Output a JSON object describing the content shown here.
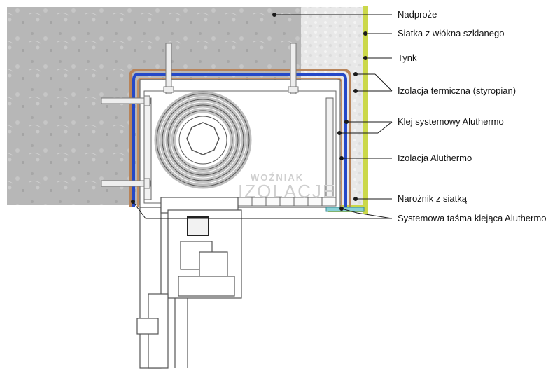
{
  "labels": [
    {
      "id": "nadproze",
      "text": "Nadproże"
    },
    {
      "id": "siatka",
      "text": "Siatka z włókna szklanego"
    },
    {
      "id": "tynk",
      "text": "Tynk"
    },
    {
      "id": "izolacja-termiczna",
      "text": "Izolacja termiczna (styropian)"
    },
    {
      "id": "klej",
      "text": "Klej systemowy Aluthermo"
    },
    {
      "id": "izolacja-aluthermo",
      "text": "Izolacja Aluthermo"
    },
    {
      "id": "naroznik",
      "text": "Narożnik z siatką"
    },
    {
      "id": "tasma",
      "text": "Systemowa taśma klejąca Aluthermo"
    }
  ],
  "watermark": {
    "line1": "WOŹNIAK",
    "line2": "IZOLACJE"
  },
  "colors": {
    "concrete": "#b9b9b9",
    "styrofoam": "#e6e6e6",
    "plaster": "#c9d64a",
    "aluthermo": "#2448c8",
    "adhesive": "#b8845a",
    "line": "#1a1a1a"
  }
}
